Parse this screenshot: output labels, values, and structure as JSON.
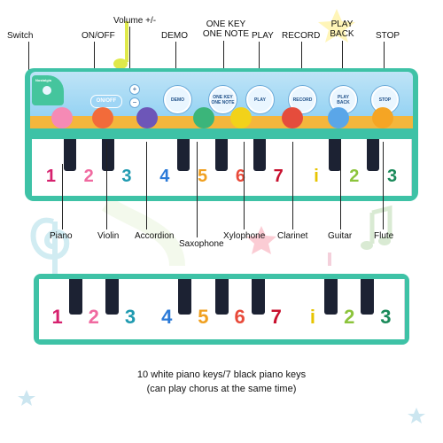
{
  "labels": {
    "switch": "Switch",
    "onoff": "ON/OFF",
    "volume": "Volume +/-",
    "demo": "DEMO",
    "onekey_1": "ONE KEY",
    "onekey_2": "ONE NOTE",
    "play": "PLAY",
    "record": "RECORD",
    "playback_1": "PLAY",
    "playback_2": "BACK",
    "stop": "STOP",
    "piano": "Piano",
    "violin": "Violin",
    "accordion": "Accordion",
    "saxophone": "Saxophone",
    "xylophone": "Xylophone",
    "clarinet": "Clarinet",
    "guitar": "Guitar",
    "flute": "Flute"
  },
  "mat_buttons": {
    "brand": "Nostalgia",
    "onoff": "ON/OFF",
    "demo": "DEMO",
    "onekey": "ONE KEY ONE NOTE",
    "play": "PLAY",
    "record": "RECORD",
    "playback": "PLAY BACK",
    "stop": "STOP"
  },
  "keys": [
    {
      "n": "1",
      "color": "#d6216e"
    },
    {
      "n": "2",
      "color": "#f06aa0"
    },
    {
      "n": "3",
      "color": "#1f9ab0"
    },
    {
      "n": "4",
      "color": "#2b7ad8"
    },
    {
      "n": "5",
      "color": "#f0a020"
    },
    {
      "n": "6",
      "color": "#e84a3a"
    },
    {
      "n": "7",
      "color": "#c8102e"
    },
    {
      "n": "i",
      "color": "#e7c400"
    },
    {
      "n": "2",
      "color": "#8cc43c"
    },
    {
      "n": "3",
      "color": "#1a8a5a"
    }
  ],
  "caption": {
    "line1": "10 white piano keys/7 black piano keys",
    "line2": "(can play chorus at the same time)"
  },
  "colors": {
    "mat": "#3ec2a6",
    "sky": "#8fd0f2",
    "sand": "#f4b63c",
    "black_key": "#1c2233"
  }
}
